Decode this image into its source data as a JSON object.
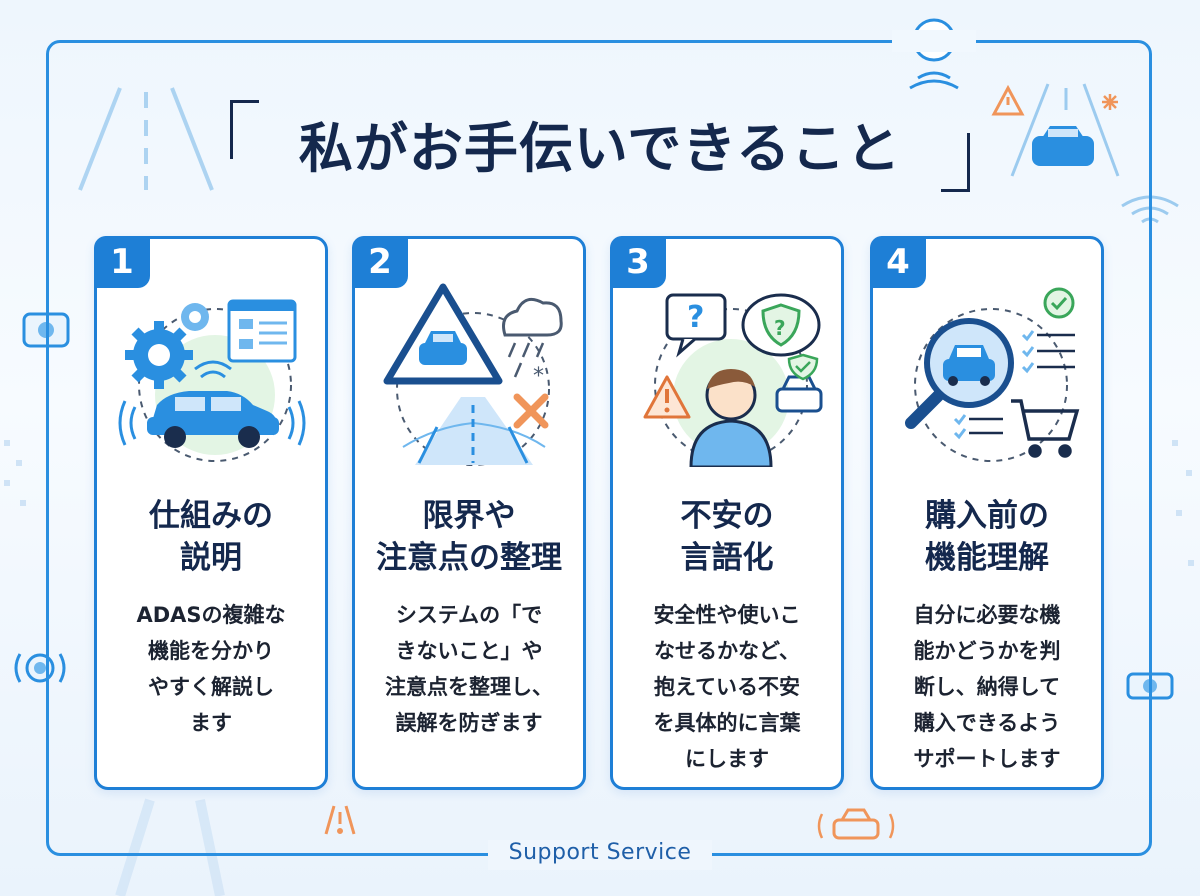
{
  "title": "私がお手伝いできること",
  "accent_color": "#1e7fd6",
  "cards": [
    {
      "number": "1",
      "title": "仕組みの\n説明",
      "desc": "ADASの複雑な\n機能を分かり\nやすく解説し\nます",
      "icons": [
        "gear-icon",
        "diagram-screen-icon",
        "car-icon",
        "signal-wave-icon"
      ]
    },
    {
      "number": "2",
      "title": "限界や\n注意点の整理",
      "desc": "システムの「で\nきないこと」や\n注意点を整理し、\n誤解を防ぎます",
      "icons": [
        "warning-car-sign-icon",
        "rain-cloud-icon",
        "road-icon",
        "cross-icon"
      ]
    },
    {
      "number": "3",
      "title": "不安の\n言語化",
      "desc": "安全性や使いこ\nなせるかなど、\n抱えている不安\nを具体的に言葉\nにします",
      "icons": [
        "question-bubble-icon",
        "shield-question-icon",
        "warning-icon",
        "person-icon",
        "car-check-icon"
      ]
    },
    {
      "number": "4",
      "title": "購入前の\n機能理解",
      "desc": "自分に必要な機\n能かどうかを判\n断し、納得して\n購入できるよう\nサポートします",
      "icons": [
        "magnifier-car-icon",
        "checklist-icon",
        "cart-icon"
      ]
    }
  ],
  "footer": "Support Service"
}
